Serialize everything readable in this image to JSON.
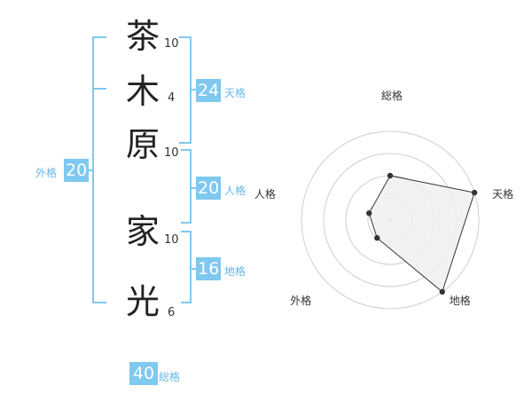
{
  "characters": [
    {
      "char": "茶",
      "strokes": "10"
    },
    {
      "char": "木",
      "strokes": "4"
    },
    {
      "char": "原",
      "strokes": "10"
    },
    {
      "char": "家",
      "strokes": "10"
    },
    {
      "char": "光",
      "strokes": "6"
    }
  ],
  "scores": {
    "tenkaku": {
      "value": "24",
      "label": "天格"
    },
    "jinkaku": {
      "value": "20",
      "label": "人格"
    },
    "chikaku": {
      "value": "16",
      "label": "地格"
    },
    "gaikaku": {
      "value": "20",
      "label": "外格"
    },
    "soukaku": {
      "value": "40",
      "label": "総格"
    }
  },
  "colors": {
    "accent": "#7fc8f0",
    "accent_text": "#66b8e8",
    "radar_fill": "#f0f0f0"
  },
  "chart_data": {
    "type": "radar",
    "axes": [
      "総格",
      "天格",
      "地格",
      "外格",
      "人格"
    ],
    "rings": 4,
    "series": [
      {
        "values": [
          0.5,
          1.0,
          1.0,
          0.25,
          0.25
        ]
      }
    ]
  }
}
